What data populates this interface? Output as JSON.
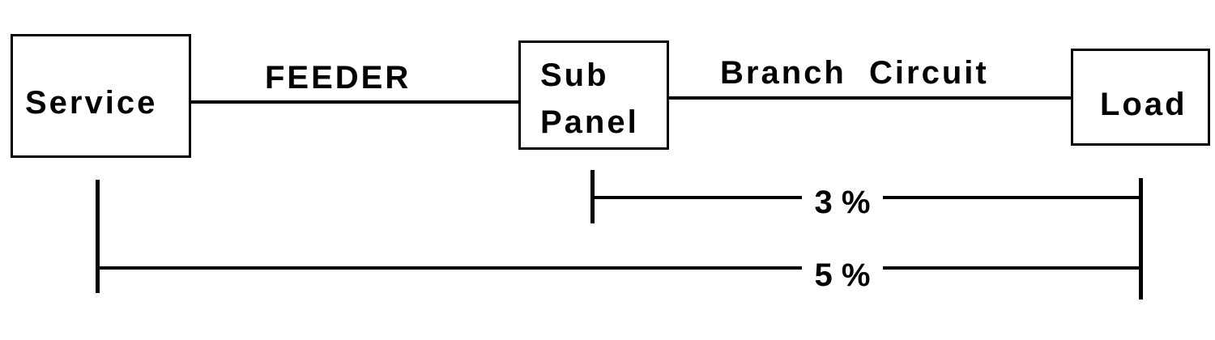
{
  "nodes": {
    "service": "Service",
    "subpanel_line1": "Sub",
    "subpanel_line2": "Panel",
    "load": "Load"
  },
  "connections": {
    "feeder": "FEEDER",
    "branch": "Branch  Circuit"
  },
  "voltage_drop": {
    "branch_limit": "3 %",
    "total_limit": "5 %"
  }
}
